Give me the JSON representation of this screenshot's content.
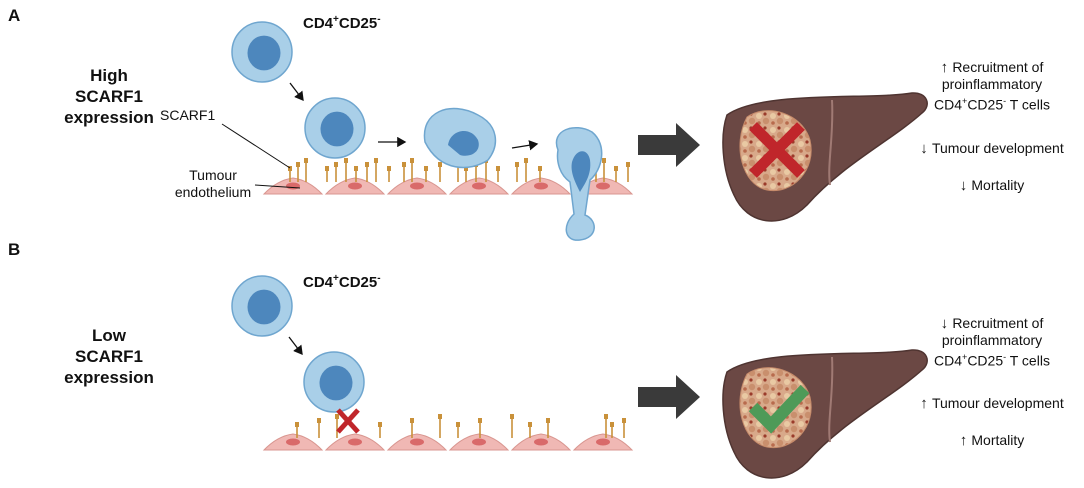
{
  "panel_a": {
    "letter": "A",
    "condition": [
      "High",
      "SCARF1",
      "expression"
    ],
    "cell_label": {
      "base": "CD4",
      "sup1": "+",
      "mid": "CD25",
      "sup2": "-"
    },
    "scarf_label": "SCARF1",
    "endothelium_label": [
      "Tumour",
      "endothelium"
    ],
    "outcomes": [
      {
        "arrow": "up",
        "lines": [
          {
            "text": "Recruitment of"
          },
          {
            "text": "proinflammatory"
          },
          {
            "base": "CD4",
            "sup1": "+",
            "mid": "CD25",
            "sup2": "-",
            "tail": " T cells"
          }
        ]
      },
      {
        "arrow": "down",
        "lines": [
          {
            "text": "Tumour development"
          }
        ]
      },
      {
        "arrow": "down",
        "lines": [
          {
            "text": "Mortality"
          }
        ]
      }
    ],
    "liver_marker": "red-cross"
  },
  "panel_b": {
    "letter": "B",
    "condition": [
      "Low",
      "SCARF1",
      "expression"
    ],
    "cell_label": {
      "base": "CD4",
      "sup1": "+",
      "mid": "CD25",
      "sup2": "-"
    },
    "outcomes": [
      {
        "arrow": "down",
        "lines": [
          {
            "text": "Recruitment of"
          },
          {
            "text": "proinflammatory"
          },
          {
            "base": "CD4",
            "sup1": "+",
            "mid": "CD25",
            "sup2": "-",
            "tail": " T cells"
          }
        ]
      },
      {
        "arrow": "up",
        "lines": [
          {
            "text": "Tumour development"
          }
        ]
      },
      {
        "arrow": "up",
        "lines": [
          {
            "text": "Mortality"
          }
        ]
      }
    ],
    "liver_marker": "green-check"
  },
  "colors": {
    "cell_fill": "#a9cfe8",
    "nucleus": "#4d87bd",
    "endothelium": "#f0b8b4",
    "endothelium_nucleus": "#d96a6a",
    "receptor": "#c9913a",
    "liver": "#6b4844",
    "tumour": "#d4a07a",
    "cross": "#c0262b",
    "check": "#4e9a58",
    "big_arrow": "#3a3a3a"
  }
}
